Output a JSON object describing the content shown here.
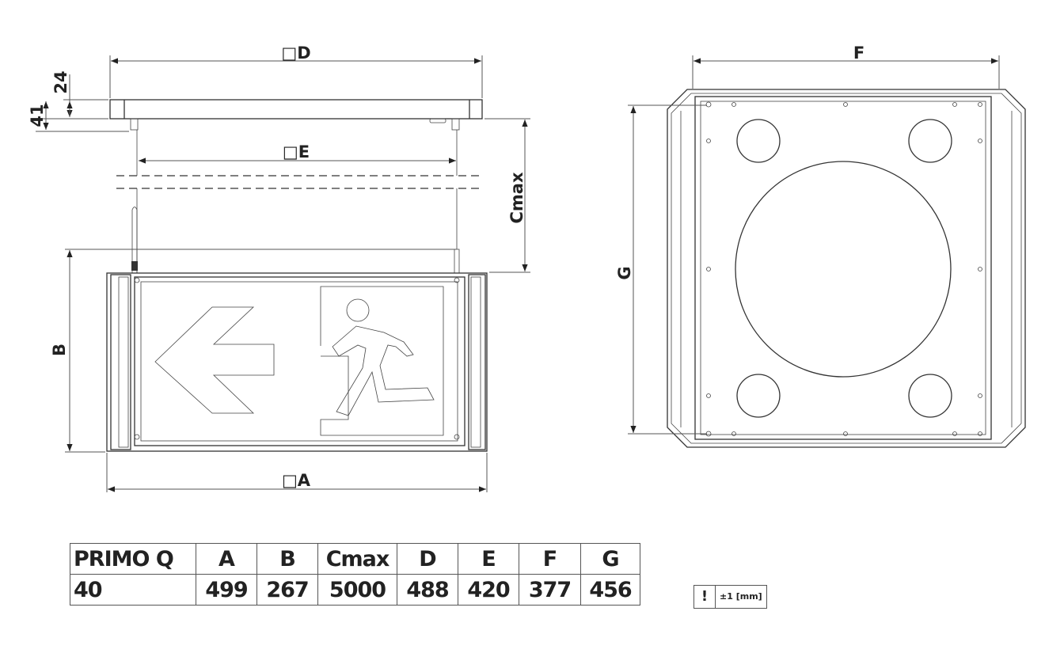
{
  "drawing": {
    "front_view": {
      "dim_D": "□D",
      "dim_E": "□E",
      "dim_A": "□A",
      "dim_B": "B",
      "dim_Cmax": "Cmax",
      "dim_24": "24",
      "dim_41": "41"
    },
    "top_view": {
      "dim_F": "F",
      "dim_G": "G"
    }
  },
  "spec_table": {
    "headers": [
      "PRIMO Q",
      "A",
      "B",
      "Cmax",
      "D",
      "E",
      "F",
      "G"
    ],
    "row": [
      "40",
      "499",
      "267",
      "5000",
      "488",
      "420",
      "377",
      "456"
    ]
  },
  "tolerance_note": {
    "icon": "!",
    "text": "±1 [mm]"
  }
}
